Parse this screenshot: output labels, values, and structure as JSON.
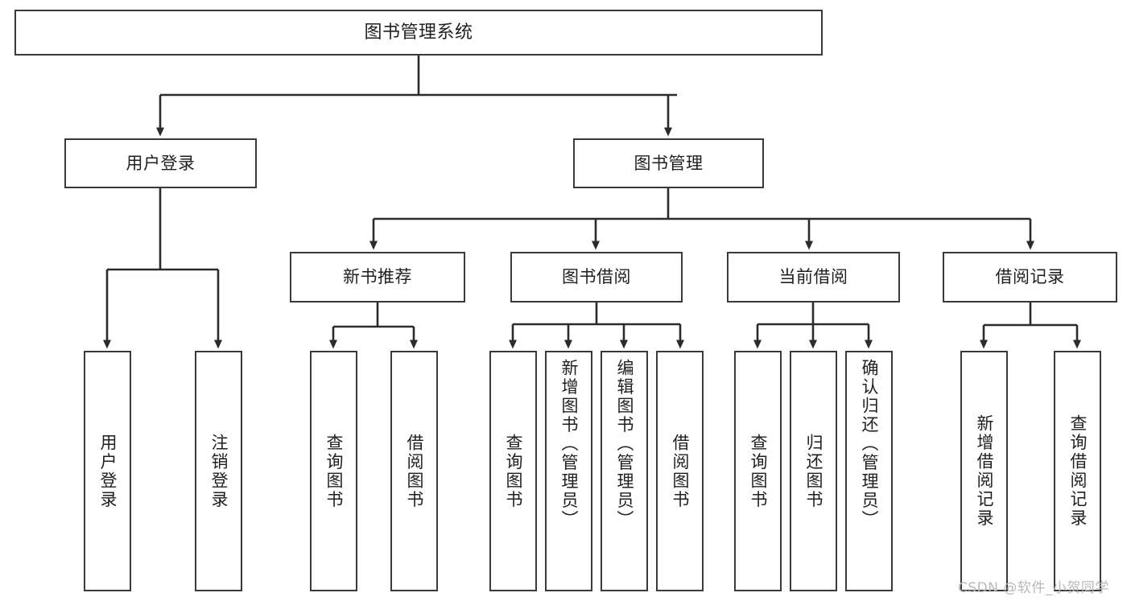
{
  "diagram": {
    "title_node": {
      "label": "图书管理系统"
    },
    "level2": [
      {
        "id": "user-login",
        "label": "用户登录"
      },
      {
        "id": "book-management",
        "label": "图书管理"
      }
    ],
    "level3": [
      {
        "id": "new-book-recommend",
        "label": "新书推荐"
      },
      {
        "id": "book-borrow",
        "label": "图书借阅"
      },
      {
        "id": "current-borrow",
        "label": "当前借阅"
      },
      {
        "id": "borrow-record",
        "label": "借阅记录"
      }
    ],
    "leaves": {
      "user_login": [
        {
          "id": "leaf-user-login",
          "label": "用户登录"
        },
        {
          "id": "leaf-user-logout",
          "label": "注销登录"
        }
      ],
      "new_book_recommend": [
        {
          "id": "leaf-query-book-1",
          "label": "查询图书"
        },
        {
          "id": "leaf-borrow-book-1",
          "label": "借阅图书"
        }
      ],
      "book_borrow": [
        {
          "id": "leaf-query-book-2",
          "label": "查询图书"
        },
        {
          "id": "leaf-add-book",
          "label": "新增图书（管理员）"
        },
        {
          "id": "leaf-edit-book",
          "label": "编辑图书（管理员）"
        },
        {
          "id": "leaf-borrow-book-2",
          "label": "借阅图书"
        }
      ],
      "current_borrow": [
        {
          "id": "leaf-query-book-3",
          "label": "查询图书"
        },
        {
          "id": "leaf-return-book",
          "label": "归还图书"
        },
        {
          "id": "leaf-confirm-return",
          "label": "确认归还（管理员）"
        }
      ],
      "borrow_record": [
        {
          "id": "leaf-add-record",
          "label": "新增借阅记录"
        },
        {
          "id": "leaf-query-record",
          "label": "查询借阅记录"
        }
      ]
    }
  },
  "watermark": {
    "text": "CSDN @软件_小贺同学"
  },
  "colors": {
    "box_stroke": "#3a3a3a",
    "connector": "#2b2b2b",
    "background": "#ffffff",
    "text": "#1f1f1f",
    "watermark": "#b9b9b9"
  }
}
